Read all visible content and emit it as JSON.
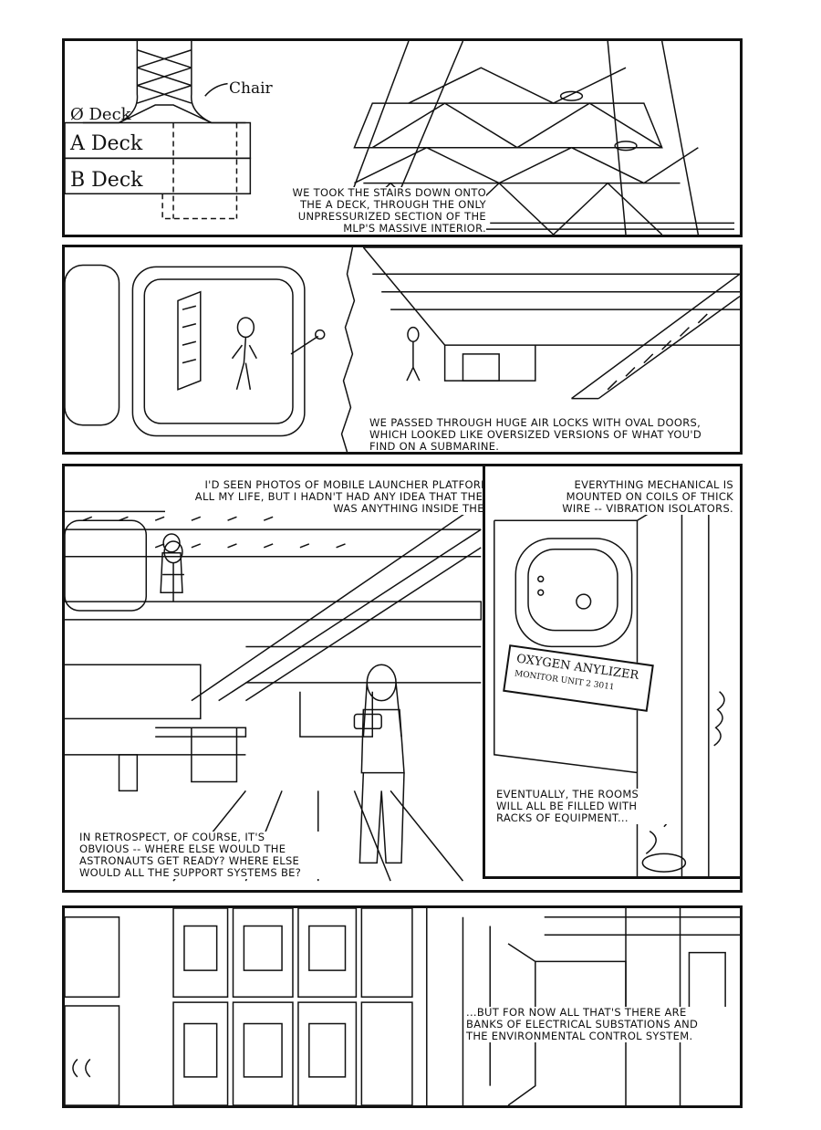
{
  "panel1": {
    "diagram": {
      "chair": "Chair",
      "o_deck": "Ø Deck",
      "a_deck": "A Deck",
      "b_deck": "B Deck"
    },
    "caption": "WE TOOK THE STAIRS DOWN ONTO\nTHE A DECK, THROUGH THE ONLY\nUNPRESSURIZED SECTION OF THE\nMLP'S MASSIVE INTERIOR."
  },
  "panel2": {
    "caption": "WE PASSED THROUGH HUGE AIR LOCKS WITH OVAL DOORS,\nWHICH LOOKED LIKE OVERSIZED VERSIONS OF WHAT YOU'D\nFIND ON A SUBMARINE."
  },
  "panel3": {
    "caption_top": "I'D SEEN PHOTOS OF MOBILE LAUNCHER PLATFORMS\nALL MY LIFE, BUT I HADN'T HAD ANY IDEA THAT THERE\nWAS ANYTHING INSIDE THEM.",
    "caption_bottom": "IN RETROSPECT, OF COURSE, IT'S\nOBVIOUS -- WHERE ELSE WOULD THE\nASTRONAUTS GET READY? WHERE ELSE\nWOULD ALL THE SUPPORT SYSTEMS BE?"
  },
  "inset": {
    "caption_top": "EVERYTHING MECHANICAL IS\nMOUNTED ON COILS OF THICK\nWIRE -- VIBRATION ISOLATORS.",
    "sign_line1": "OXYGEN ANYLIZER",
    "sign_line2": "MONITOR UNIT 2 3011",
    "caption_bottom": "EVENTUALLY, THE ROOMS\nWILL ALL BE FILLED WITH\nRACKS OF EQUIPMENT..."
  },
  "panel4": {
    "caption": "...BUT FOR NOW ALL THAT'S THERE ARE\nBANKS OF ELECTRICAL SUBSTATIONS AND\nTHE ENVIRONMENTAL CONTROL SYSTEM."
  }
}
